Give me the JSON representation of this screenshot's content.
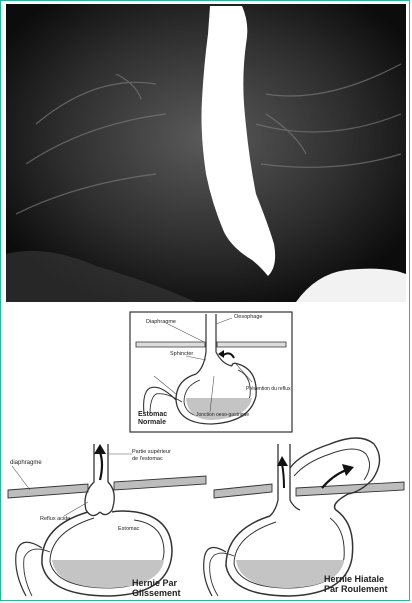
{
  "figure": {
    "normal_panel": {
      "diaphragm_label": "Diaphragme",
      "esophagus_label": "Oesophage",
      "sphincter_label": "Sphincter",
      "reflux_prevention_label": "Prévention du reflux",
      "gastroesophageal_junction_label": "Jonction oeso-gastrique",
      "title_line1": "Estomac",
      "title_line2": "Normale"
    },
    "sliding_panel": {
      "diaphragm_label": "diaphragme",
      "upper_stomach_line1": "Partie supérieur",
      "upper_stomach_line2": "de l'estomac",
      "acid_reflux_label": "Reflux acide",
      "stomach_label": "Estomac",
      "caption_line1": "Hernie Par",
      "caption_line2": "Glissement"
    },
    "rolling_panel": {
      "caption_line1": "Hernie Hiatale",
      "caption_line2": "Par Roulement"
    },
    "colors": {
      "frame_border": "#2fb39a",
      "xray_background": "#161616",
      "contrast_barium": "#ffffff",
      "stomach_content": "#c4c4c4"
    }
  }
}
